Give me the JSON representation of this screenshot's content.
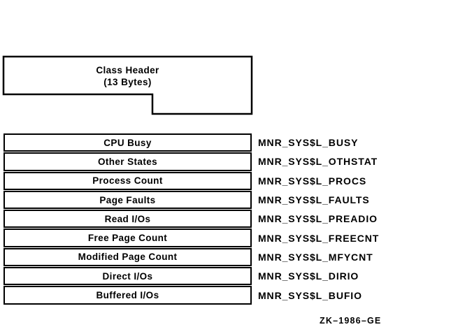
{
  "page": {
    "background": "#ffffff",
    "ink": "#000000"
  },
  "header_box": {
    "line1": "Class Header",
    "line2": "(13 Bytes)"
  },
  "rows": [
    {
      "label": "CPU Busy",
      "symbol": "MNR_SYS$L_BUSY"
    },
    {
      "label": "Other States",
      "symbol": "MNR_SYS$L_OTHSTAT"
    },
    {
      "label": "Process Count",
      "symbol": "MNR_SYS$L_PROCS"
    },
    {
      "label": "Page Faults",
      "symbol": "MNR_SYS$L_FAULTS"
    },
    {
      "label": "Read I/Os",
      "symbol": "MNR_SYS$L_PREADIO"
    },
    {
      "label": "Free Page Count",
      "symbol": "MNR_SYS$L_FREECNT"
    },
    {
      "label": "Modified Page Count",
      "symbol": "MNR_SYS$L_MFYCNT"
    },
    {
      "label": "Direct I/Os",
      "symbol": "MNR_SYS$L_DIRIO"
    },
    {
      "label": "Buffered I/Os",
      "symbol": "MNR_SYS$L_BUFIO"
    }
  ],
  "caption": "ZK–1986–GE"
}
